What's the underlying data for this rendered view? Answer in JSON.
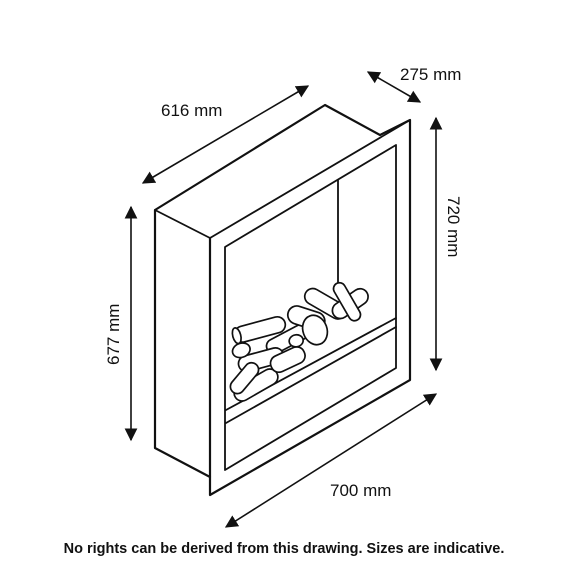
{
  "dimensions": {
    "depth": "275 mm",
    "top_width": "616 mm",
    "total_height": "720 mm",
    "inner_height": "677 mm",
    "total_width": "700 mm"
  },
  "disclaimer": "No rights can be derived from this drawing. Sizes are indicative.",
  "colors": {
    "line": "#111111",
    "background": "#ffffff"
  }
}
